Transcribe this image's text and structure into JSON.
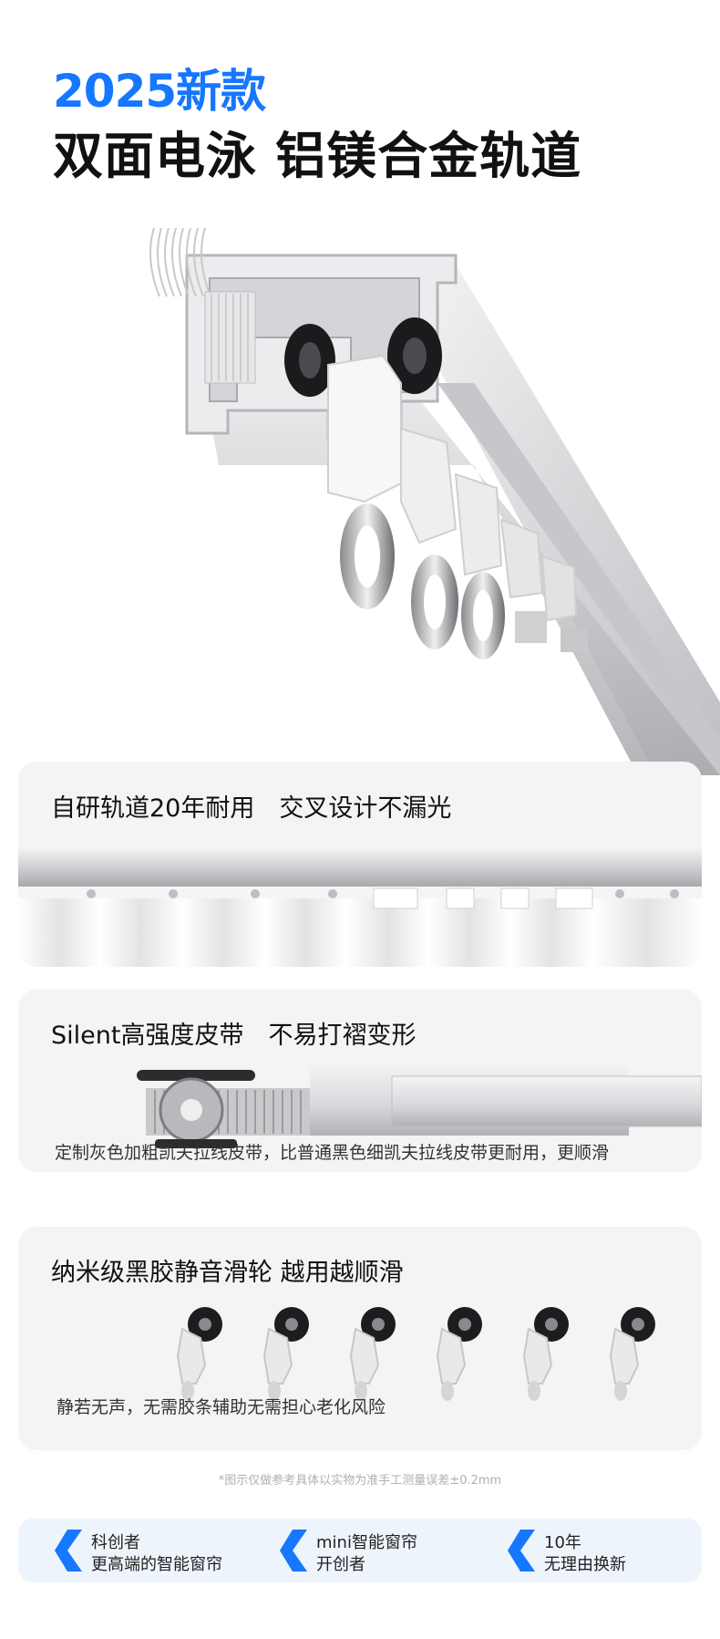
{
  "header": {
    "kicker": "2025新款",
    "headline": "双面电泳  铝镁合金轨道",
    "accent_color": "#1677ff"
  },
  "cards": [
    {
      "title": "自研轨道20年耐用　交叉设计不漏光"
    },
    {
      "title": "Silent高强度皮带　不易打褶变形",
      "subtitle": "定制灰色加粗凯夫拉线皮带，比普通黑色细凯夫拉线皮带更耐用，更顺滑"
    },
    {
      "title": "纳米级黑胶静音滑轮  越用越顺滑",
      "subtitle": "静若无声，无需胶条辅助无需担心老化风险"
    }
  ],
  "disclaimer": "*图示仅做参考具体以实物为准手工测量误差±0.2mm",
  "badges": [
    {
      "line1": "科创者",
      "line2": "更高端的智能窗帘",
      "icon": "chevron-left-icon"
    },
    {
      "line1": "mini智能窗帘",
      "line2": "开创者",
      "icon": "chevron-left-icon"
    },
    {
      "line1": "10年",
      "line2": "无理由换新",
      "icon": "chevron-left-icon"
    }
  ]
}
